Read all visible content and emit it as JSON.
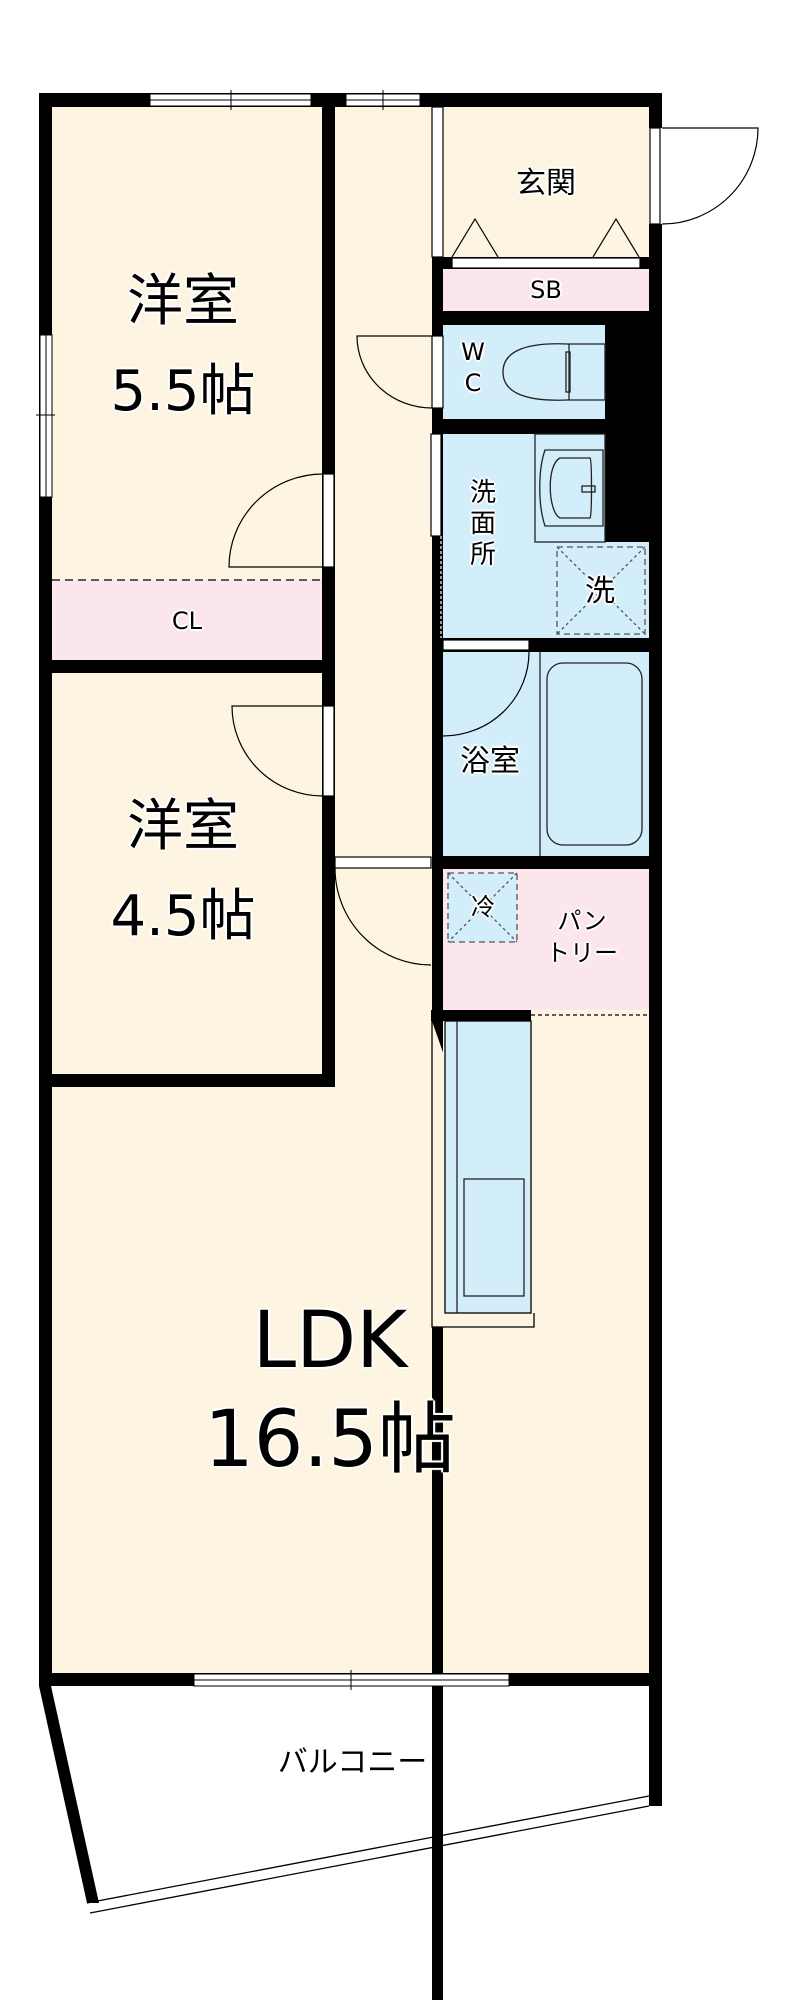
{
  "colors": {
    "floor": "#fdf5e1",
    "storage": "#fbe6ee",
    "wet_area": "#d3eefb",
    "wall": "#000000",
    "outside": "#ffffff"
  },
  "rooms": {
    "western_room_1": {
      "name": "洋室",
      "size": "5.5帖"
    },
    "western_room_2": {
      "name": "洋室",
      "size": "4.5帖"
    },
    "ldk": {
      "name": "LDK",
      "size": "16.5帖"
    },
    "entrance": {
      "name": "玄関"
    },
    "shoe_box": {
      "name": "SB"
    },
    "closet": {
      "name": "CL"
    },
    "toilet": {
      "line1": "W",
      "line2": "C"
    },
    "washroom": {
      "line1": "洗",
      "line2": "面",
      "line3": "所"
    },
    "washer_space": {
      "name": "洗"
    },
    "bathroom": {
      "name": "浴室"
    },
    "fridge_space": {
      "name": "冷"
    },
    "pantry": {
      "line1": "パン",
      "line2": "トリー"
    },
    "balcony": {
      "name": "バルコニー"
    }
  }
}
